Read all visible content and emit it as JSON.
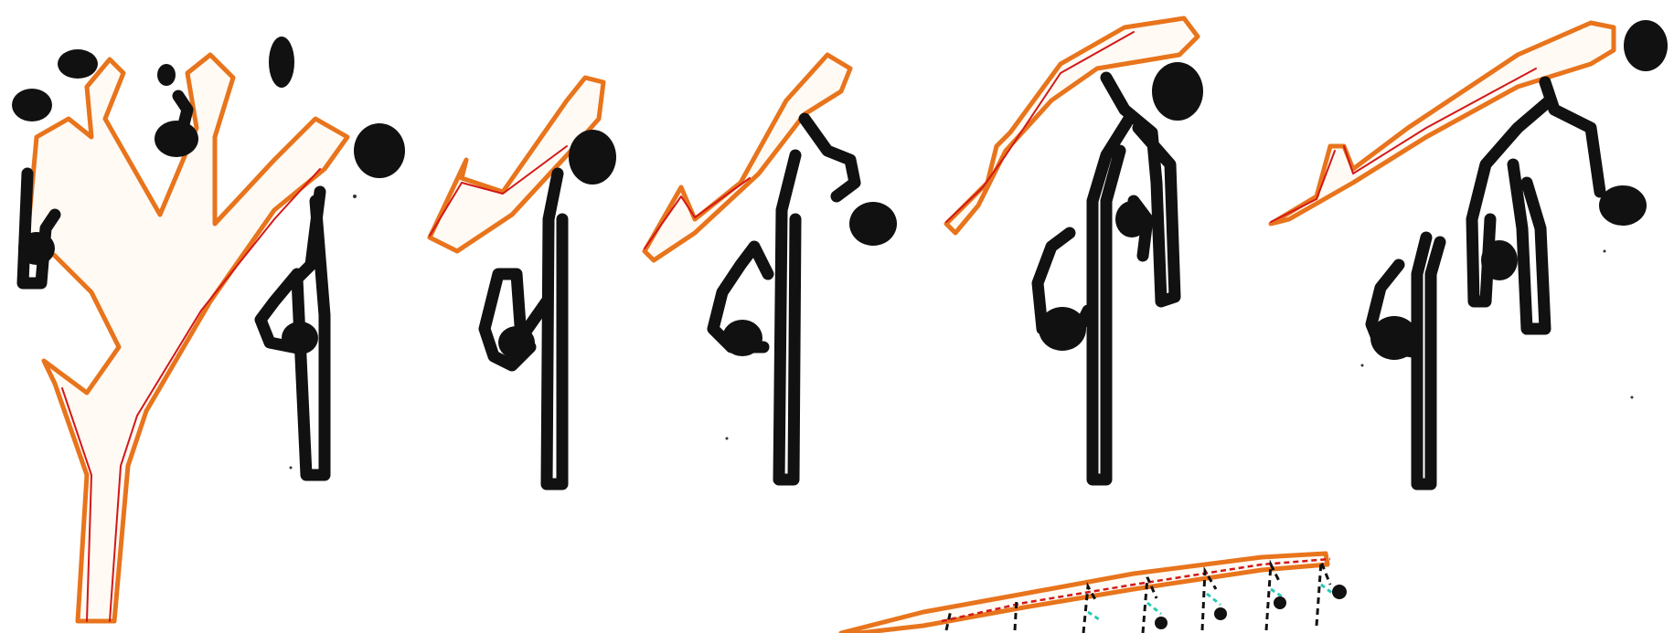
{
  "figure": {
    "stages": [
      "stage-1",
      "stage-2",
      "stage-3",
      "stage-4",
      "stage-5"
    ],
    "colors": {
      "duct_outline": "#e8741c",
      "duct_inner_line": "#d21818",
      "tubule": "#111111",
      "overview_dashes": "#29c7b8"
    }
  }
}
